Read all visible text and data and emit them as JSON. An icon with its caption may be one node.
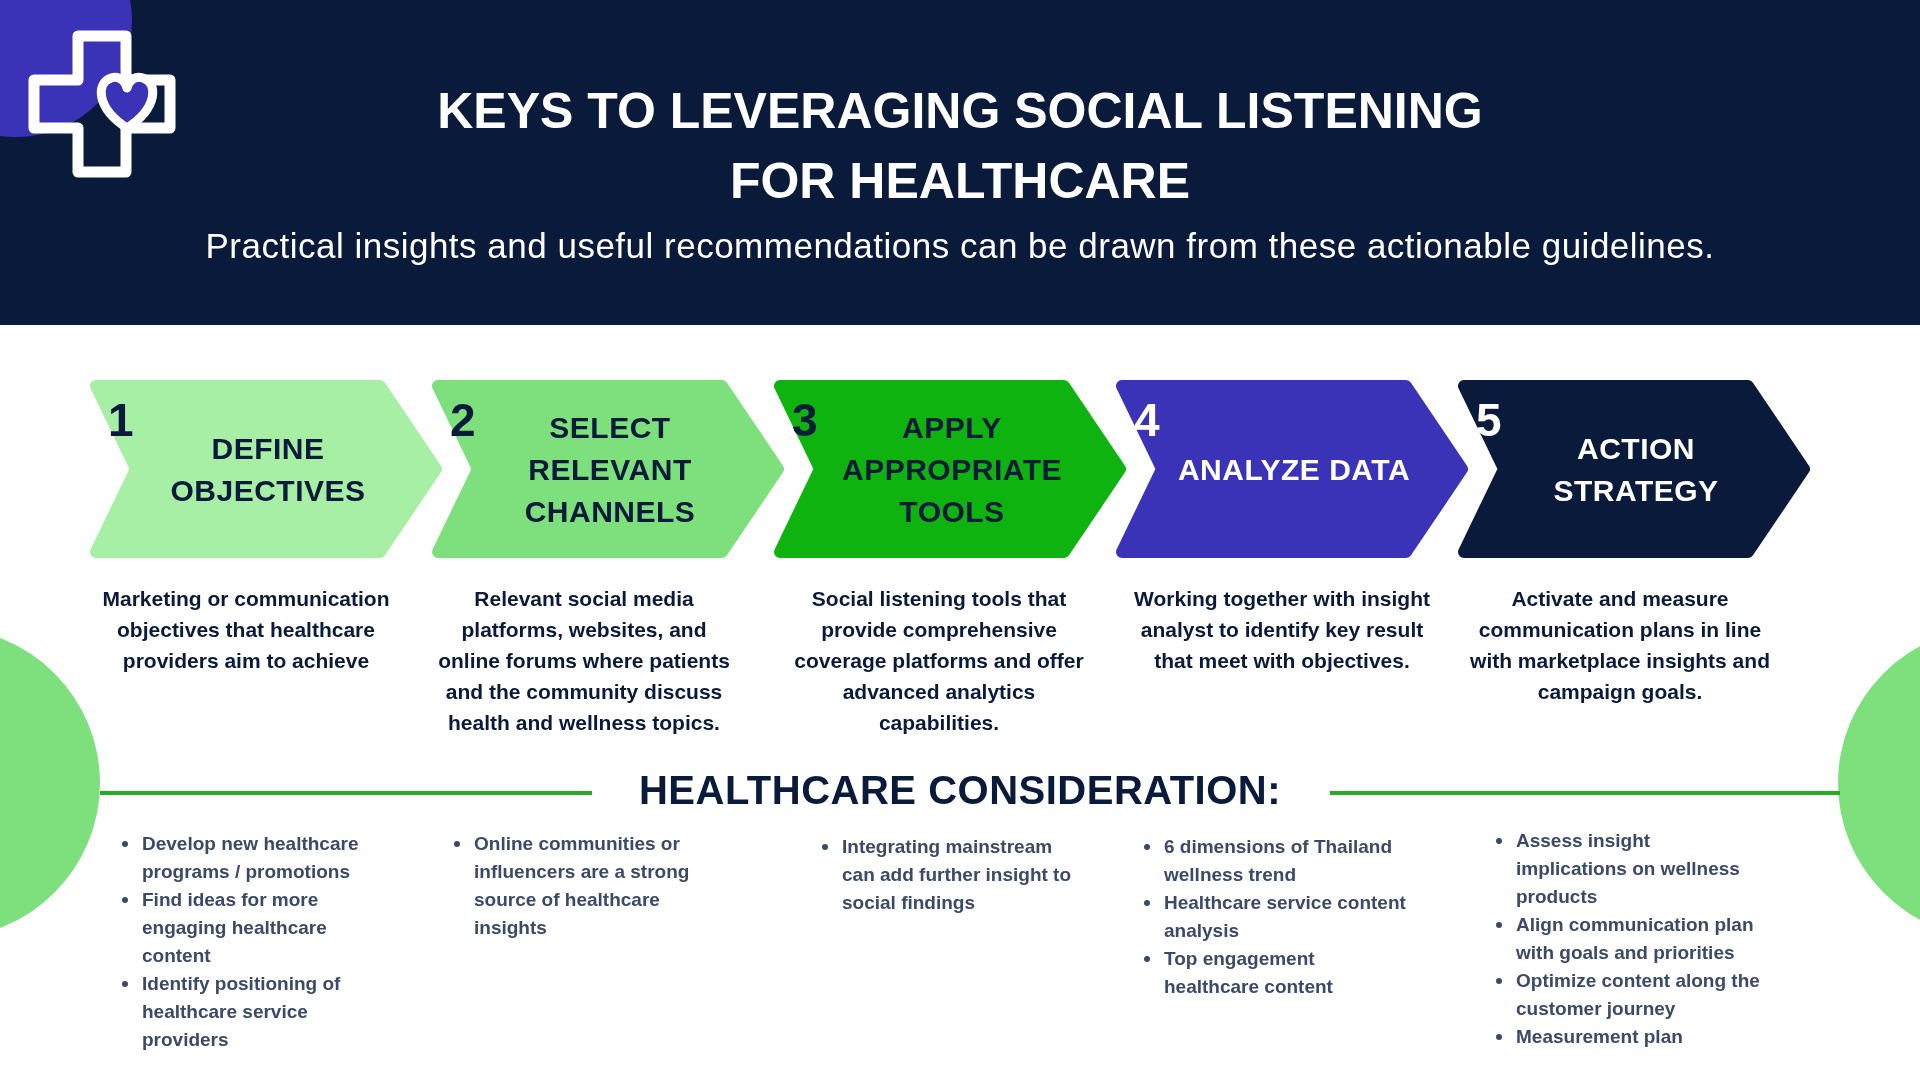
{
  "diagram": {
    "title": "KEYS TO LEVERAGING SOCIAL LISTENING FOR HEALTHCARE",
    "nodes": [
      {
        "text": [
          "1",
          "DEFINE OBJECTIVES"
        ],
        "beside": [
          "Marketing or communication objectives that healthcare providers aim to achieve"
        ]
      },
      {
        "text": [
          "2",
          "SELECT RELEVANT CHANNELS"
        ],
        "beside": [
          "Relevant social media platforms, websites, and online forums where patients and the community discuss health and wellness topics."
        ]
      },
      {
        "text": [
          "3",
          "APPLY APPROPRIATE TOOLS"
        ],
        "beside": [
          "Social listening tools that provide comprehensive coverage platforms and offer advanced analytics capabilities."
        ]
      },
      {
        "text": [
          "4",
          "ANALYZE DATA"
        ],
        "beside": [
          "Working together with insight analyst to identify key result that meet with objectives."
        ]
      },
      {
        "text": [
          "5",
          "ACTION STRATEGY"
        ],
        "beside": [
          "Activate and measure communication plans in line with marketplace insights and campaign goals."
        ]
      }
    ],
    "edges": [],
    "labels": [
      "Practical insights and useful recommendations can be drawn from these actionable guidelines.",
      "HEALTHCARE CONSIDERATION:",
      "Develop new healthcare programs / promotions",
      "Find ideas for more engaging healthcare content",
      "Identify positioning of healthcare service providers",
      "Online communities or influencers are a strong source of healthcare insights",
      "Integrating mainstream can add further insight to social findings",
      "6 dimensions of Thailand wellness trend",
      "Healthcare service content analysis",
      "Top engagement healthcare content",
      "Assess insight implications on wellness products",
      "Align communication plan with goals and priorities",
      "Optimize content along the customer journey",
      "Measurement plan"
    ]
  }
}
